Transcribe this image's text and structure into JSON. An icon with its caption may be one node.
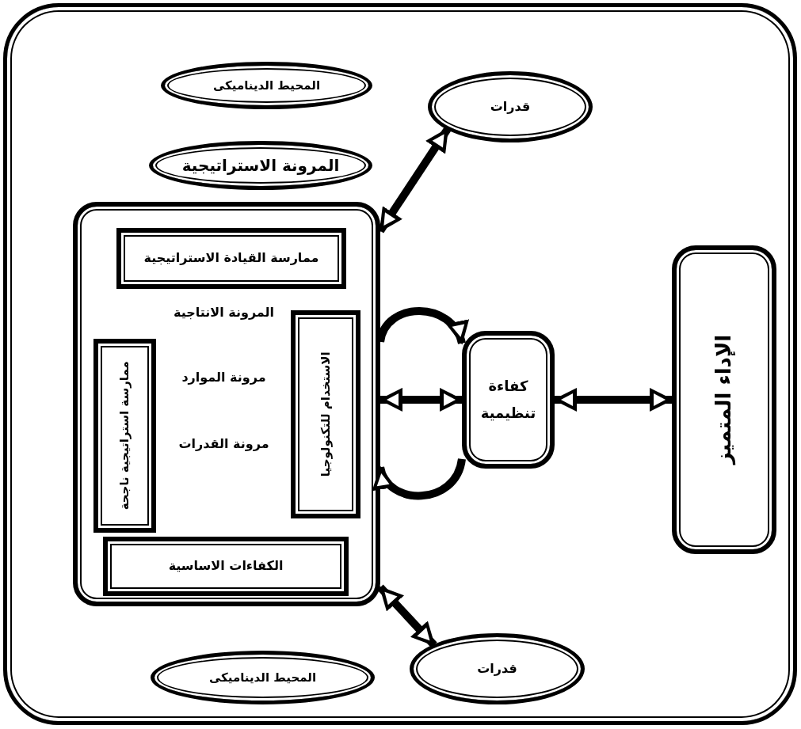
{
  "diagram": {
    "nodes": [
      {
        "text": [
          "المحيط الديناميكى"
        ]
      },
      {
        "text": [
          "المرونة الاستراتيجية"
        ]
      },
      {
        "text": [
          "قدرات"
        ]
      },
      {
        "text": [],
        "shape": "box"
      },
      {
        "text": [
          "ممارسة القيادة الاستراتيجية"
        ],
        "in": 3
      },
      {
        "text": [
          "ممارسة استراتيجية ناجحة"
        ],
        "in": 3
      },
      {
        "text": [
          "الاستخدام للتكنولوجيا"
        ],
        "in": 3
      },
      {
        "text": [
          "الكفاءات الاساسية"
        ],
        "in": 3
      },
      {
        "text": [
          "كفاءة تنظيمية"
        ]
      },
      {
        "text": [
          "الإداء المتميز"
        ]
      },
      {
        "text": [
          "قدرات"
        ]
      },
      {
        "text": [
          "المحيط الديناميكى"
        ]
      }
    ],
    "edges": [
      {
        "from": 3,
        "to": 2,
        "arrow": "both"
      },
      {
        "from": 3,
        "to": 8,
        "arrow": "both"
      },
      {
        "from": 8,
        "to": 9,
        "arrow": "both"
      },
      {
        "from": 3,
        "to": 10,
        "arrow": "both"
      },
      {
        "from": 3,
        "to": 8,
        "arrow": "to"
      },
      {
        "from": 8,
        "to": 3,
        "arrow": "to"
      }
    ],
    "labels": [
      "المرونة الانتاجية",
      "مرونة الموارد",
      "مرونة القدرات"
    ]
  }
}
